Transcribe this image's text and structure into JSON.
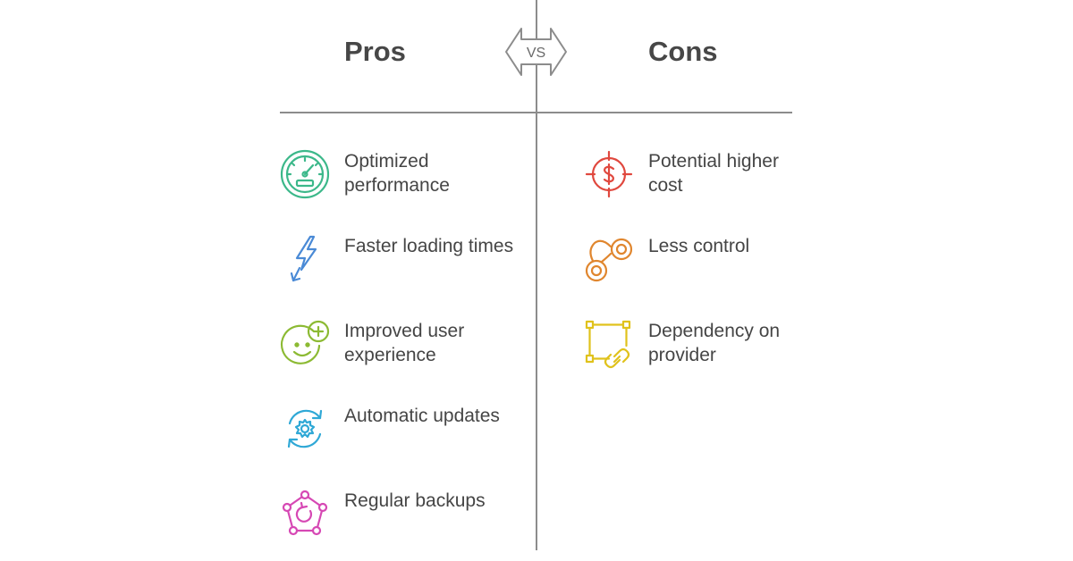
{
  "pros": {
    "title": "Pros",
    "items": [
      {
        "label": "Optimized performance",
        "icon": "speedometer-icon",
        "color": "#3cb88a"
      },
      {
        "label": "Faster loading times",
        "icon": "lightning-bolt-icon",
        "color": "#4a8ad6"
      },
      {
        "label": "Improved user experience",
        "icon": "smiley-plus-icon",
        "color": "#8cba33"
      },
      {
        "label": "Automatic updates",
        "icon": "gear-refresh-icon",
        "color": "#2fa8d6"
      },
      {
        "label": "Regular backups",
        "icon": "backup-network-icon",
        "color": "#d648b4"
      }
    ]
  },
  "vs": {
    "label": "VS"
  },
  "cons": {
    "title": "Cons",
    "items": [
      {
        "label": "Potential higher cost",
        "icon": "dollar-target-icon",
        "color": "#e0483e"
      },
      {
        "label": "Less control",
        "icon": "handcuffs-icon",
        "color": "#e0862e"
      },
      {
        "label": "Dependency on provider",
        "icon": "linked-nodes-icon",
        "color": "#e0c21c"
      }
    ]
  }
}
